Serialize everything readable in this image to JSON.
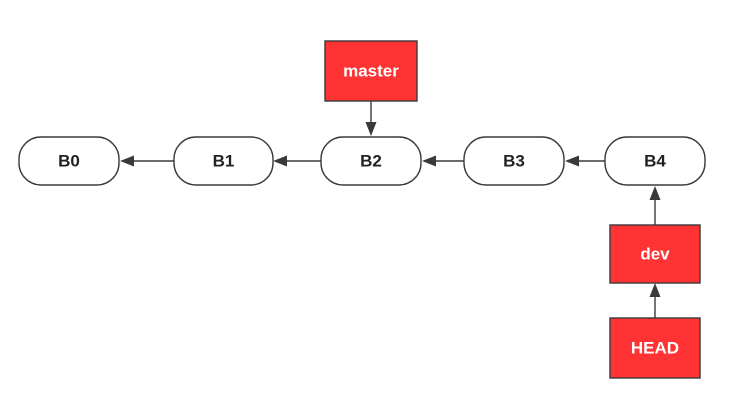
{
  "commits": {
    "b0": "B0",
    "b1": "B1",
    "b2": "B2",
    "b3": "B3",
    "b4": "B4"
  },
  "refs": {
    "master": "master",
    "dev": "dev",
    "head": "HEAD"
  },
  "edges": [
    {
      "from": "B1",
      "to": "B0"
    },
    {
      "from": "B2",
      "to": "B1"
    },
    {
      "from": "B3",
      "to": "B2"
    },
    {
      "from": "B4",
      "to": "B3"
    },
    {
      "from": "master",
      "to": "B2"
    },
    {
      "from": "dev",
      "to": "B4"
    },
    {
      "from": "HEAD",
      "to": "dev"
    }
  ],
  "colors": {
    "ref_fill": "#ff3333",
    "commit_fill": "#ffffff",
    "stroke": "#3a3a3a"
  }
}
